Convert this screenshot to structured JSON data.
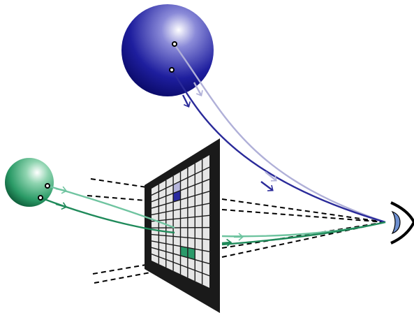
{
  "diagram": {
    "colors": {
      "background": "#ffffff",
      "blue_dark": "#2a2a9a",
      "blue_light": "#b0b0d8",
      "green_dark": "#1f8a5a",
      "green_light": "#6fc4a0",
      "screen_frame": "#1a1a1a",
      "screen_cell": "#e6e6e6",
      "cell_blue": "#2a2aa0",
      "cell_blue_light": "#b6b6dc",
      "cell_green": "#2a9a6a",
      "iris": "#6d8fd0"
    },
    "objects": [
      {
        "name": "blue-sphere",
        "shape": "sphere",
        "color": "blue"
      },
      {
        "name": "green-sphere",
        "shape": "sphere",
        "color": "green"
      },
      {
        "name": "image-plane",
        "shape": "pixel grid"
      },
      {
        "name": "eye",
        "shape": "eye"
      }
    ],
    "icons": [
      "eye-icon",
      "sphere-icon",
      "pixel-grid-icon"
    ]
  }
}
